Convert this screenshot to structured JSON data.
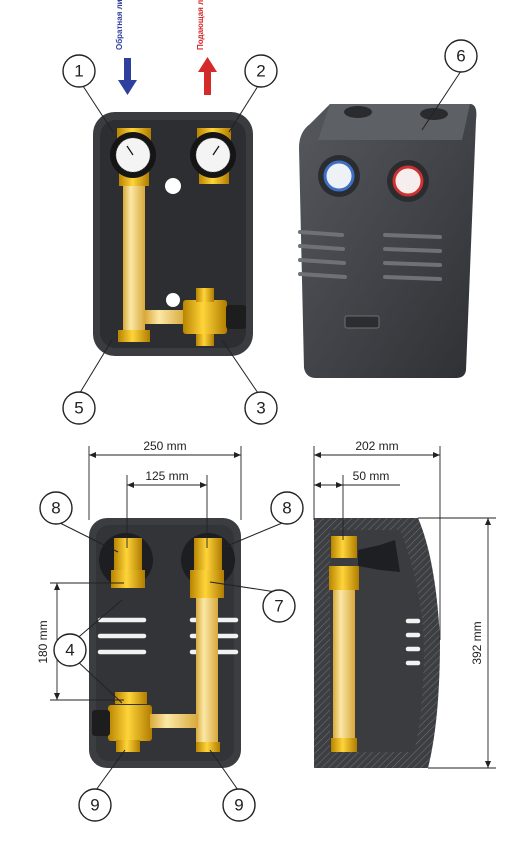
{
  "flow_labels": {
    "return_line": "Обратная линия",
    "supply_line": "Подающая линия"
  },
  "callouts": [
    "1",
    "2",
    "3",
    "4",
    "5",
    "6",
    "7",
    "8",
    "8",
    "9",
    "9"
  ],
  "dimensions": {
    "front_width": "250 mm",
    "pipe_spacing": "125 mm",
    "bypass_spacing": "180 mm",
    "side_depth": "202 mm",
    "side_offset": "50 mm",
    "height": "392 mm"
  },
  "colors": {
    "return_arrow": "#2f3f9e",
    "supply_arrow": "#d42a2a",
    "insulation": "#3a3c40",
    "brass": "#e6b200",
    "pipe": "#f5d78a"
  }
}
